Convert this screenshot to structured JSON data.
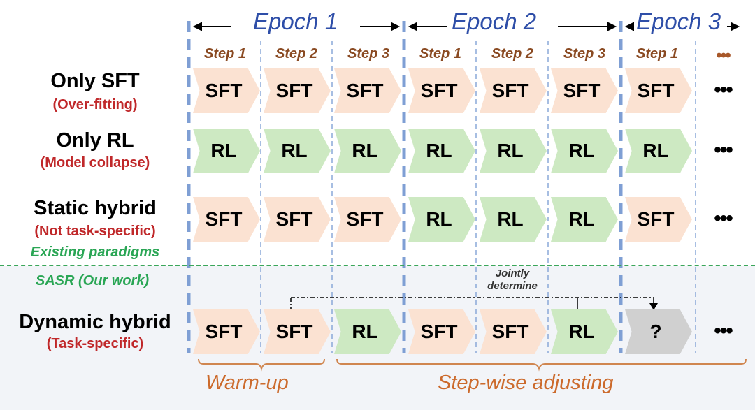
{
  "epochs": [
    {
      "label": "Epoch 1"
    },
    {
      "label": "Epoch 2"
    },
    {
      "label": "Epoch 3"
    }
  ],
  "steps": [
    "Step 1",
    "Step 2",
    "Step 3",
    "Step 1",
    "Step 2",
    "Step 3",
    "Step 1"
  ],
  "ellipsis": "•••",
  "rows": [
    {
      "title": "Only SFT",
      "subtitle": "(Over-fitting)",
      "cells": [
        "SFT",
        "SFT",
        "SFT",
        "SFT",
        "SFT",
        "SFT",
        "SFT"
      ]
    },
    {
      "title": "Only RL",
      "subtitle": "(Model collapse)",
      "cells": [
        "RL",
        "RL",
        "RL",
        "RL",
        "RL",
        "RL",
        "RL"
      ]
    },
    {
      "title": "Static hybrid",
      "subtitle": "(Not task-specific)",
      "cells": [
        "SFT",
        "SFT",
        "SFT",
        "RL",
        "RL",
        "RL",
        "SFT"
      ]
    },
    {
      "title": "Dynamic hybrid",
      "subtitle": "(Task-specific)",
      "cells": [
        "SFT",
        "SFT",
        "RL",
        "SFT",
        "SFT",
        "RL",
        "?"
      ]
    }
  ],
  "paradigms": {
    "existing": "Existing paradigms",
    "ours": "SASR (Our work)"
  },
  "annotation": {
    "line1": "Jointly",
    "line2": "determine"
  },
  "phases": {
    "warmup": "Warm-up",
    "adjusting": "Step-wise adjusting"
  },
  "colors": {
    "sft": "#fbe2d2",
    "rl": "#cde9c2",
    "pending": "#d0d0d0",
    "epoch_text": "#2e4ea8",
    "subtitle_red": "#c0282a",
    "paradigm_green": "#2aa655",
    "phase_orange": "#cc6a2c"
  }
}
